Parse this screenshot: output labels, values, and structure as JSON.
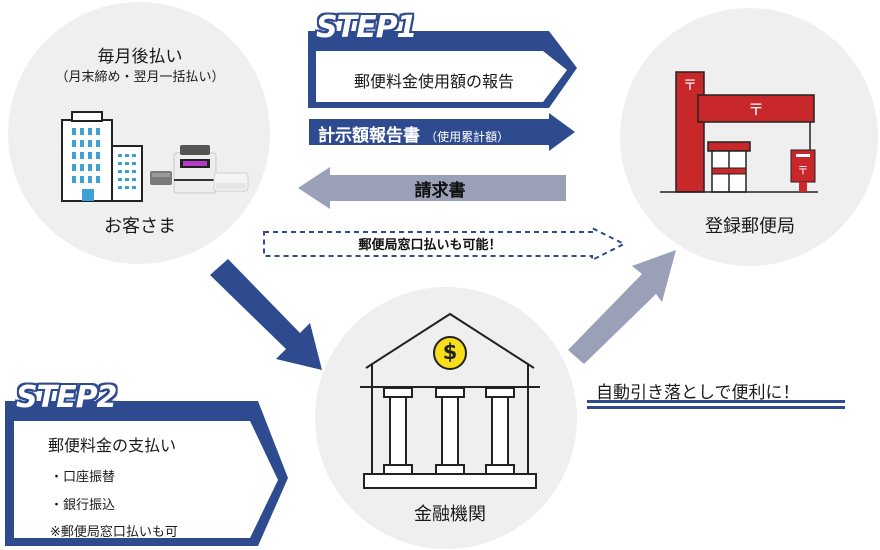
{
  "colors": {
    "navy": "#2f4b8f",
    "slate": "#9aa0b8",
    "circle_bg": "#efefef",
    "post_red": "#c8282a",
    "coin_yellow": "#f7dd1c",
    "building_blue": "#3ea1d6"
  },
  "customer": {
    "title": "毎月後払い",
    "subtitle": "（月末締め・翌月一括払い）",
    "label": "お客さま",
    "icons": [
      "office-building-icon",
      "postage-meter-icon"
    ]
  },
  "post_office": {
    "label": "登録郵便局",
    "icons": [
      "post-office-icon",
      "postbox-icon"
    ],
    "mark": "〒"
  },
  "bank": {
    "label": "金融機関",
    "icons": [
      "bank-icon",
      "dollar-coin-icon"
    ],
    "coin_symbol": "$"
  },
  "step1": {
    "badge": "STEP1",
    "text": "郵便料金使用額の報告",
    "report_main": "計示額報告書",
    "report_sub": "（使用累計額）"
  },
  "invoice": {
    "label": "請求書"
  },
  "counter_payment": {
    "label": "郵便局窓口払いも可能！"
  },
  "step2": {
    "badge": "STEP2",
    "title": "郵便料金の支払い",
    "items": [
      "・口座振替",
      "・銀行振込"
    ],
    "note": "※郵便局窓口払いも可"
  },
  "auto_debit": {
    "label": "自動引き落としで便利に！"
  }
}
